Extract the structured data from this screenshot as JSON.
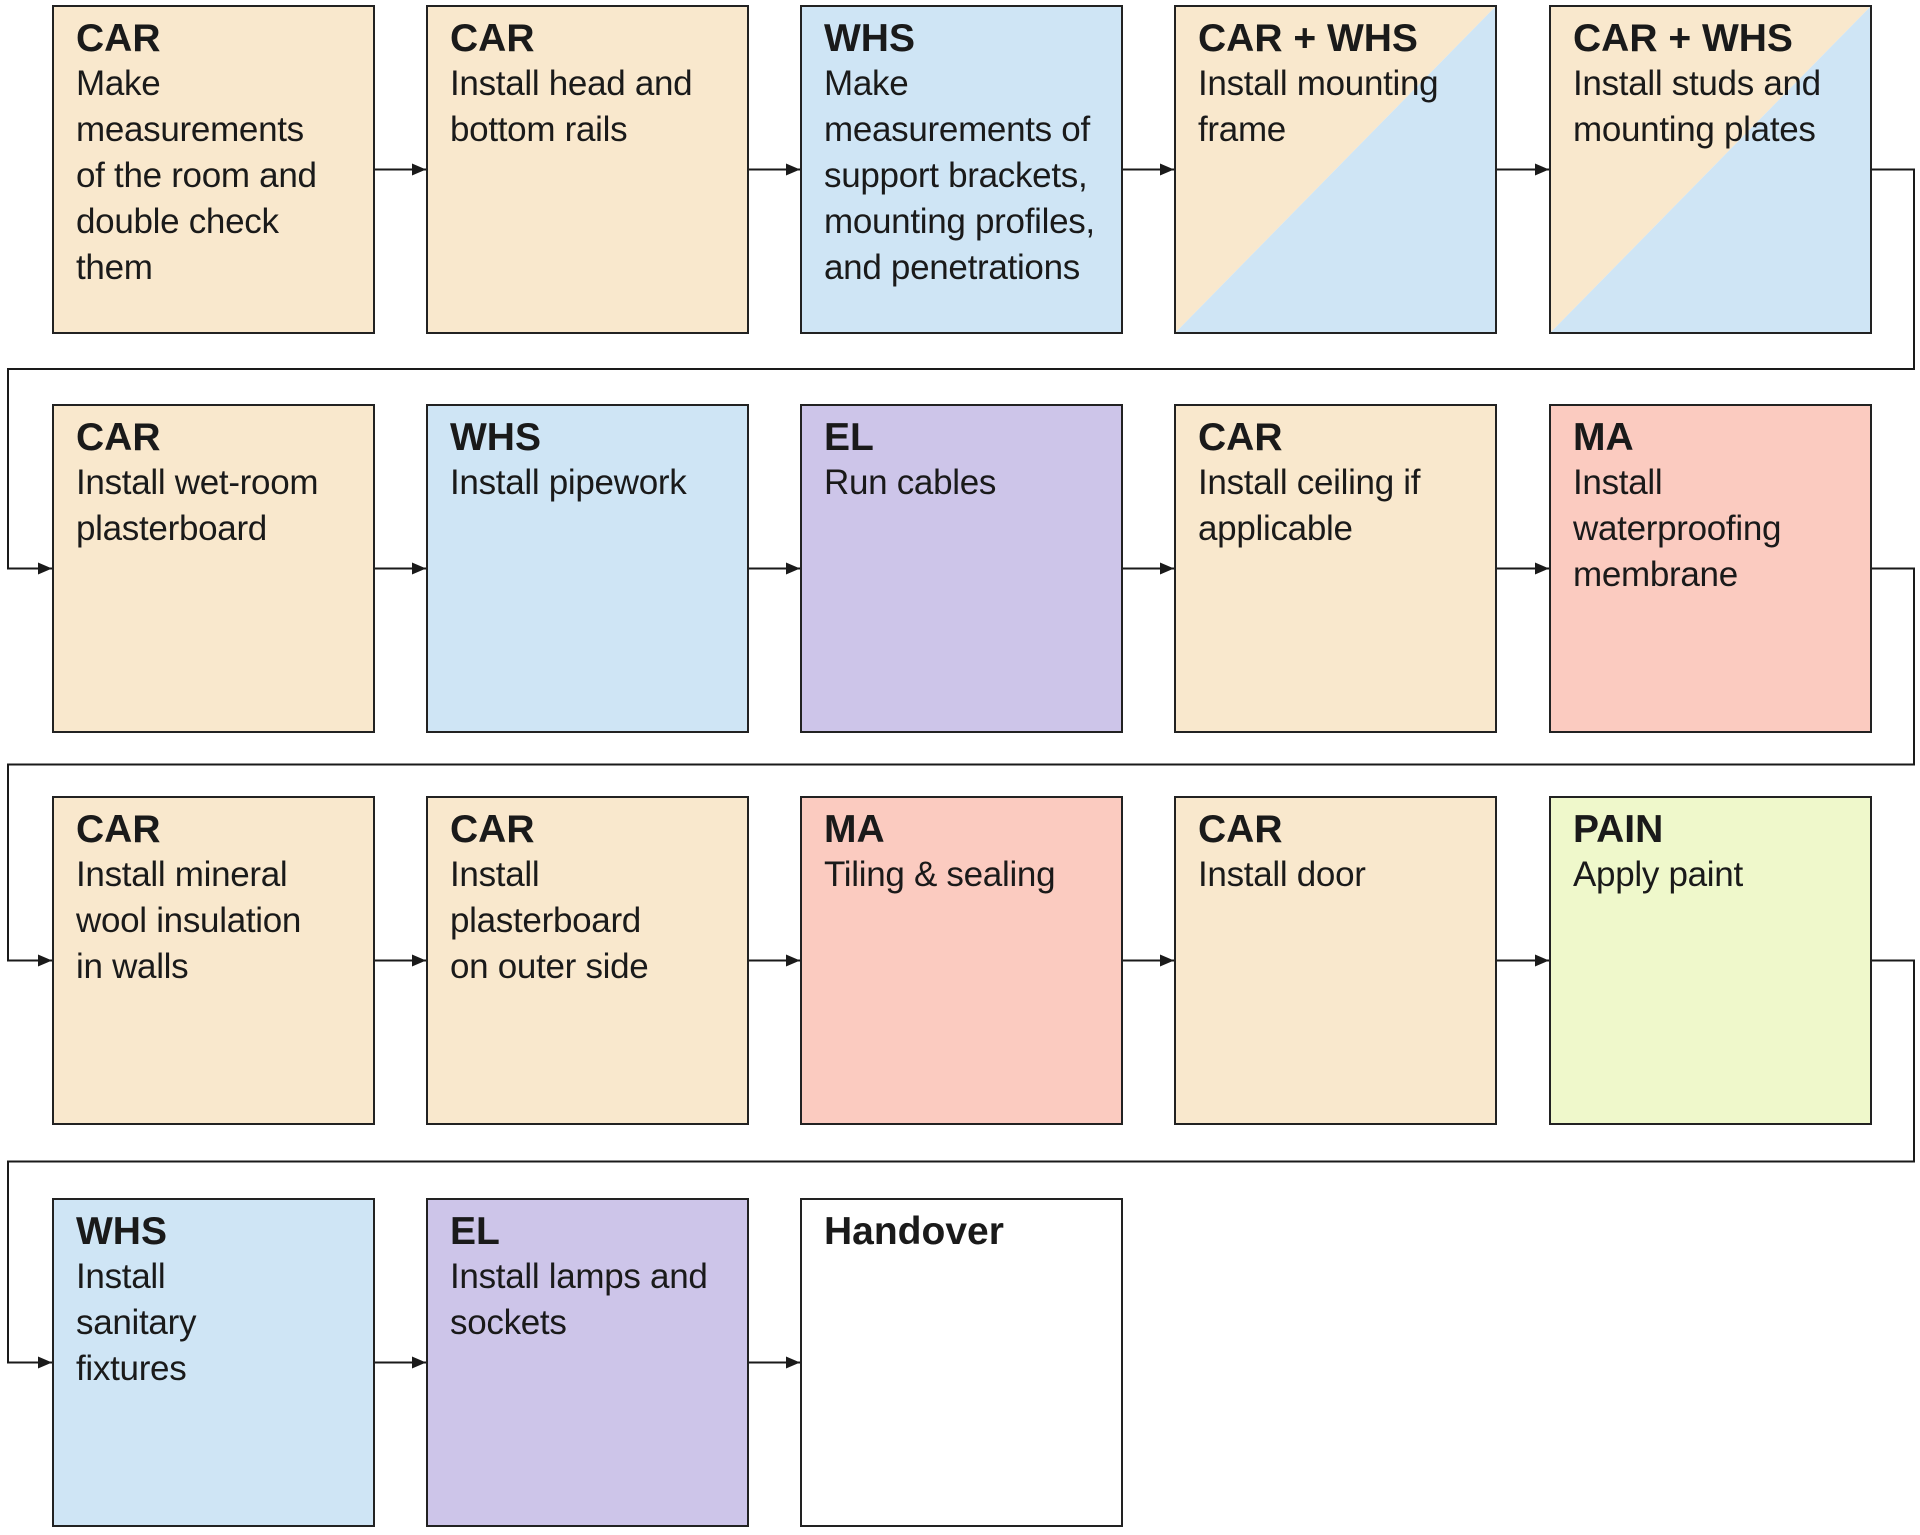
{
  "trade_colors": {
    "CAR": "#f9e8cd",
    "WHS": "#cfe5f5",
    "EL": "#cdc5e9",
    "MA": "#fbcbc0",
    "PAIN": "#eff8cb",
    "NONE": "#ffffff"
  },
  "steps": [
    {
      "trade": "CAR",
      "task": "Make measurements of the room and double check them",
      "fill": [
        "CAR"
      ]
    },
    {
      "trade": "CAR",
      "task": "Install head and bottom rails",
      "fill": [
        "CAR"
      ]
    },
    {
      "trade": "WHS",
      "task": "Make measurements of support brackets, mounting profiles, and penetrations",
      "fill": [
        "WHS"
      ]
    },
    {
      "trade": "CAR + WHS",
      "task": "Install mounting frame",
      "fill": [
        "CAR",
        "WHS"
      ]
    },
    {
      "trade": "CAR + WHS",
      "task": "Install studs and mounting plates",
      "fill": [
        "CAR",
        "WHS"
      ]
    },
    {
      "trade": "CAR",
      "task": "Install wet-room plasterboard",
      "fill": [
        "CAR"
      ]
    },
    {
      "trade": "WHS",
      "task": "Install pipework",
      "fill": [
        "WHS"
      ]
    },
    {
      "trade": "EL",
      "task": "Run cables",
      "fill": [
        "EL"
      ]
    },
    {
      "trade": "CAR",
      "task": "Install ceiling if applicable",
      "fill": [
        "CAR"
      ]
    },
    {
      "trade": "MA",
      "task": "Install waterproofing membrane",
      "fill": [
        "MA"
      ]
    },
    {
      "trade": "CAR",
      "task": "Install mineral wool insulation in walls",
      "fill": [
        "CAR"
      ]
    },
    {
      "trade": "CAR",
      "task": "Install plasterboard on outer side",
      "fill": [
        "CAR"
      ]
    },
    {
      "trade": "MA",
      "task": "Tiling & sealing",
      "fill": [
        "MA"
      ]
    },
    {
      "trade": "CAR",
      "task": "Install door",
      "fill": [
        "CAR"
      ]
    },
    {
      "trade": "PAIN",
      "task": "Apply paint",
      "fill": [
        "PAIN"
      ]
    },
    {
      "trade": "WHS",
      "task": "Install sanitary fixtures",
      "fill": [
        "WHS"
      ]
    },
    {
      "trade": "EL",
      "task": "Install lamps and sockets",
      "fill": [
        "EL"
      ]
    },
    {
      "trade": "Handover",
      "task": "",
      "fill": [
        "NONE"
      ]
    }
  ]
}
